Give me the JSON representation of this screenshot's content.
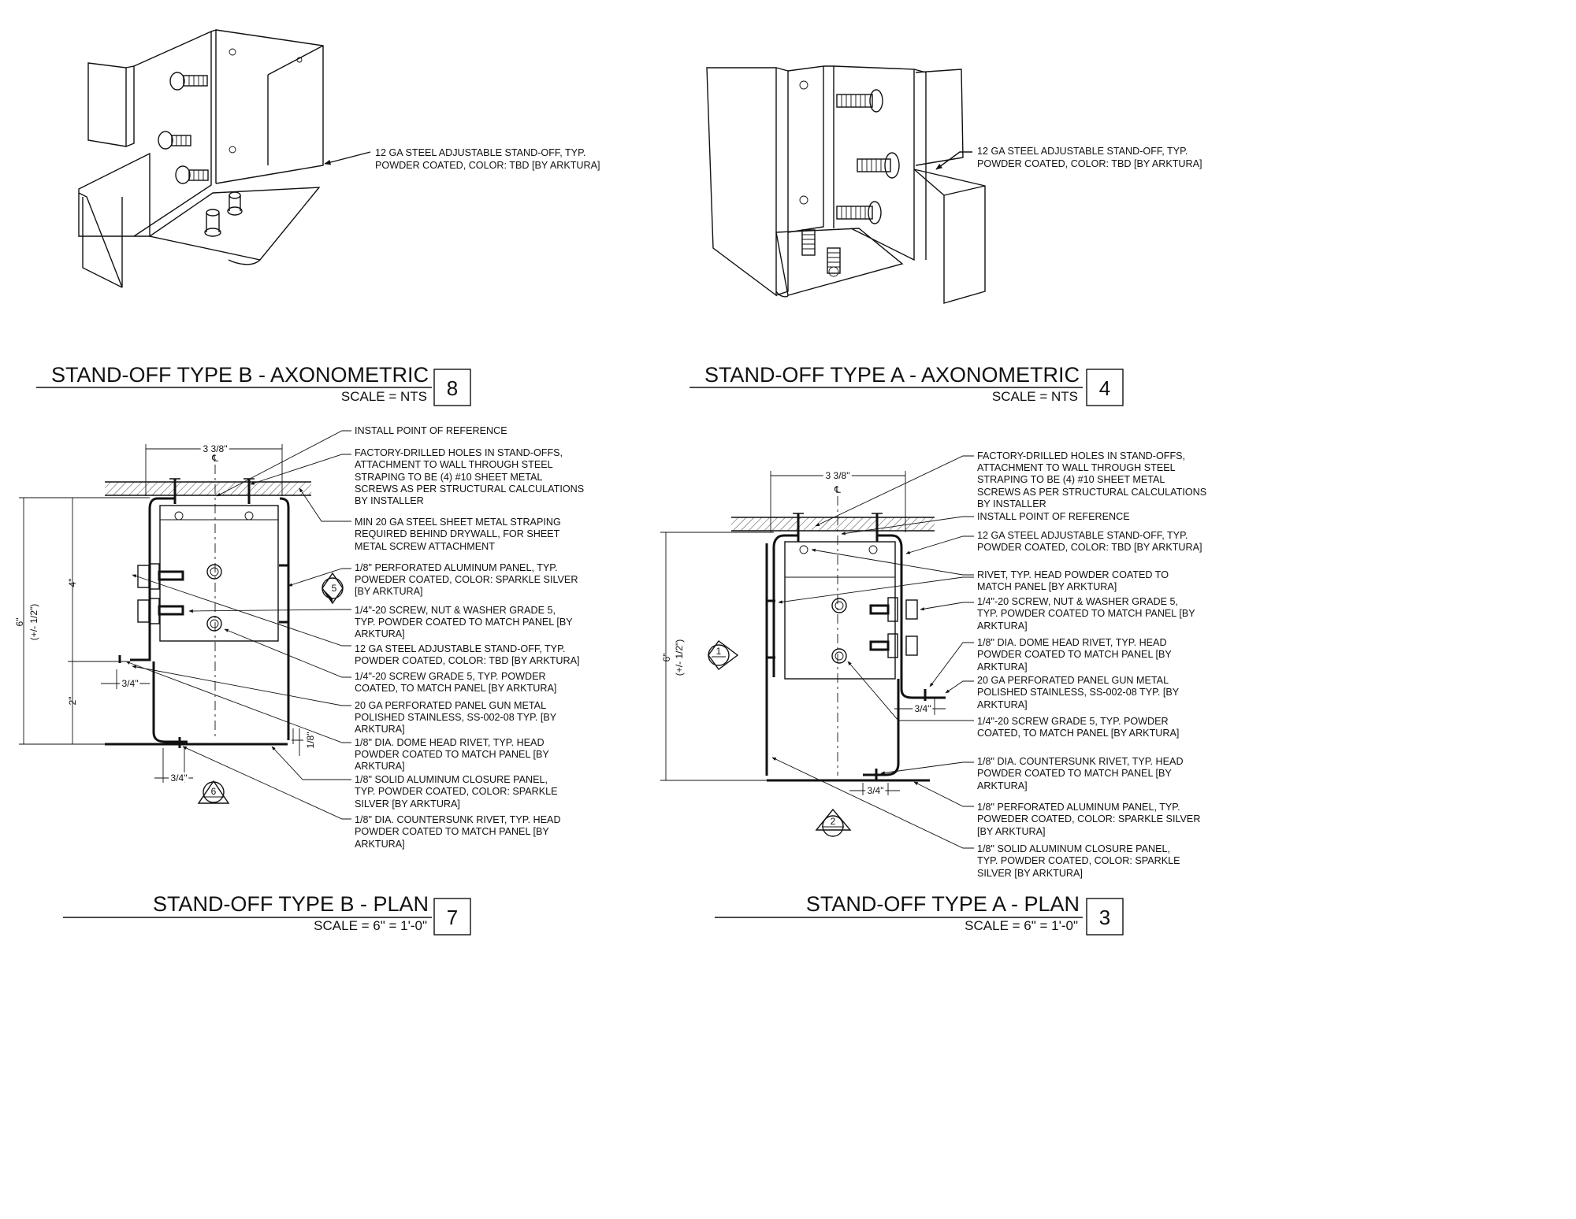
{
  "details": {
    "d8": {
      "title": "STAND-OFF TYPE B - AXONOMETRIC",
      "scale": "SCALE = NTS",
      "number": "8",
      "note": [
        "12 GA STEEL ADJUSTABLE STAND-OFF, TYP.",
        "POWDER COATED, COLOR: TBD [BY ARKTURA]"
      ]
    },
    "d4": {
      "title": "STAND-OFF TYPE A - AXONOMETRIC",
      "scale": "SCALE = NTS",
      "number": "4",
      "note": [
        "12 GA STEEL ADJUSTABLE STAND-OFF, TYP.",
        "POWDER COATED, COLOR: TBD [BY ARKTURA]"
      ]
    },
    "d7": {
      "title": "STAND-OFF TYPE B - PLAN",
      "scale": "SCALE = 6\" = 1'-0\"",
      "number": "7",
      "dims": {
        "width": "3 3/8\"",
        "centerline": "℄",
        "overall": "6\"",
        "tolerance": "(+/- 1/2\")",
        "upper": "4\"",
        "lower": "2\"",
        "flange_side": "3/4\"",
        "flange_bottom": "3/4\"",
        "panel": "1/8\""
      },
      "tags": {
        "section_right": "5",
        "section_bottom": "6"
      },
      "notes": [
        [
          "INSTALL POINT OF REFERENCE"
        ],
        [
          "FACTORY-DRILLED HOLES IN STAND-OFFS,",
          "ATTACHMENT TO WALL THROUGH STEEL",
          "STRAPING TO BE (4) #10 SHEET METAL",
          "SCREWS AS PER STRUCTURAL CALCULATIONS",
          "BY INSTALLER"
        ],
        [
          "MIN 20 GA STEEL SHEET METAL STRAPING",
          "REQUIRED BEHIND DRYWALL, FOR SHEET",
          "METAL SCREW ATTACHMENT"
        ],
        [
          "1/8\" PERFORATED ALUMINUM PANEL, TYP.",
          "POWEDER COATED, COLOR: SPARKLE SILVER",
          "[BY ARKTURA]"
        ],
        [
          "1/4\"-20 SCREW, NUT & WASHER GRADE 5,",
          "TYP. POWDER COATED TO MATCH PANEL [BY",
          "ARKTURA]"
        ],
        [
          "12 GA STEEL ADJUSTABLE STAND-OFF, TYP.",
          "POWDER COATED, COLOR: TBD [BY ARKTURA]"
        ],
        [
          "1/4\"-20 SCREW GRADE 5, TYP. POWDER",
          "COATED, TO MATCH PANEL [BY ARKTURA]"
        ],
        [
          "20 GA PERFORATED PANEL GUN METAL",
          "POLISHED STAINLESS, SS-002-08 TYP. [BY",
          "ARKTURA]"
        ],
        [
          "1/8\" DIA. DOME HEAD RIVET, TYP. HEAD",
          "POWDER COATED TO MATCH PANEL [BY",
          "ARKTURA]"
        ],
        [
          "1/8\" SOLID ALUMINUM CLOSURE PANEL,",
          "TYP. POWDER COATED, COLOR: SPARKLE",
          "SILVER [BY ARKTURA]"
        ],
        [
          "1/8\" DIA. COUNTERSUNK RIVET, TYP. HEAD",
          "POWDER COATED TO MATCH PANEL [BY",
          "ARKTURA]"
        ]
      ]
    },
    "d3": {
      "title": "STAND-OFF TYPE A - PLAN",
      "scale": "SCALE = 6\" = 1'-0\"",
      "number": "3",
      "dims": {
        "width": "3 3/8\"",
        "centerline": "℄",
        "overall": "6\"",
        "tolerance": "(+/- 1/2\")",
        "flange_side": "3/4\"",
        "flange_bottom": "3/4\""
      },
      "tags": {
        "section_left": "1",
        "section_bottom": "2"
      },
      "notes": [
        [
          "FACTORY-DRILLED HOLES IN STAND-OFFS,",
          "ATTACHMENT TO WALL THROUGH STEEL",
          "STRAPING TO BE (4) #10 SHEET METAL",
          "SCREWS AS PER STRUCTURAL CALCULATIONS",
          "BY INSTALLER"
        ],
        [
          "INSTALL POINT OF REFERENCE"
        ],
        [
          "12 GA STEEL ADJUSTABLE STAND-OFF, TYP.",
          "POWDER COATED, COLOR: TBD [BY ARKTURA]"
        ],
        [
          "RIVET, TYP. HEAD POWDER COATED TO",
          "MATCH PANEL [BY ARKTURA]"
        ],
        [
          "1/4\"-20 SCREW, NUT & WASHER GRADE 5,",
          "TYP. POWDER COATED TO MATCH PANEL [BY",
          "ARKTURA]"
        ],
        [
          "1/8\" DIA. DOME HEAD RIVET, TYP. HEAD",
          "POWDER COATED TO MATCH PANEL [BY",
          "ARKTURA]"
        ],
        [
          "20 GA PERFORATED PANEL GUN METAL",
          "POLISHED STAINLESS, SS-002-08 TYP. [BY",
          "ARKTURA]"
        ],
        [
          "1/4\"-20 SCREW GRADE 5, TYP. POWDER",
          "COATED, TO MATCH PANEL [BY ARKTURA]"
        ],
        [
          "1/8\" DIA. COUNTERSUNK RIVET, TYP. HEAD",
          "POWDER COATED TO MATCH PANEL [BY",
          "ARKTURA]"
        ],
        [
          "1/8\" PERFORATED ALUMINUM PANEL, TYP.",
          "POWEDER COATED, COLOR: SPARKLE SILVER",
          "[BY ARKTURA]"
        ],
        [
          "1/8\" SOLID ALUMINUM CLOSURE PANEL,",
          "TYP. POWDER COATED, COLOR: SPARKLE",
          "SILVER [BY ARKTURA]"
        ]
      ]
    }
  }
}
